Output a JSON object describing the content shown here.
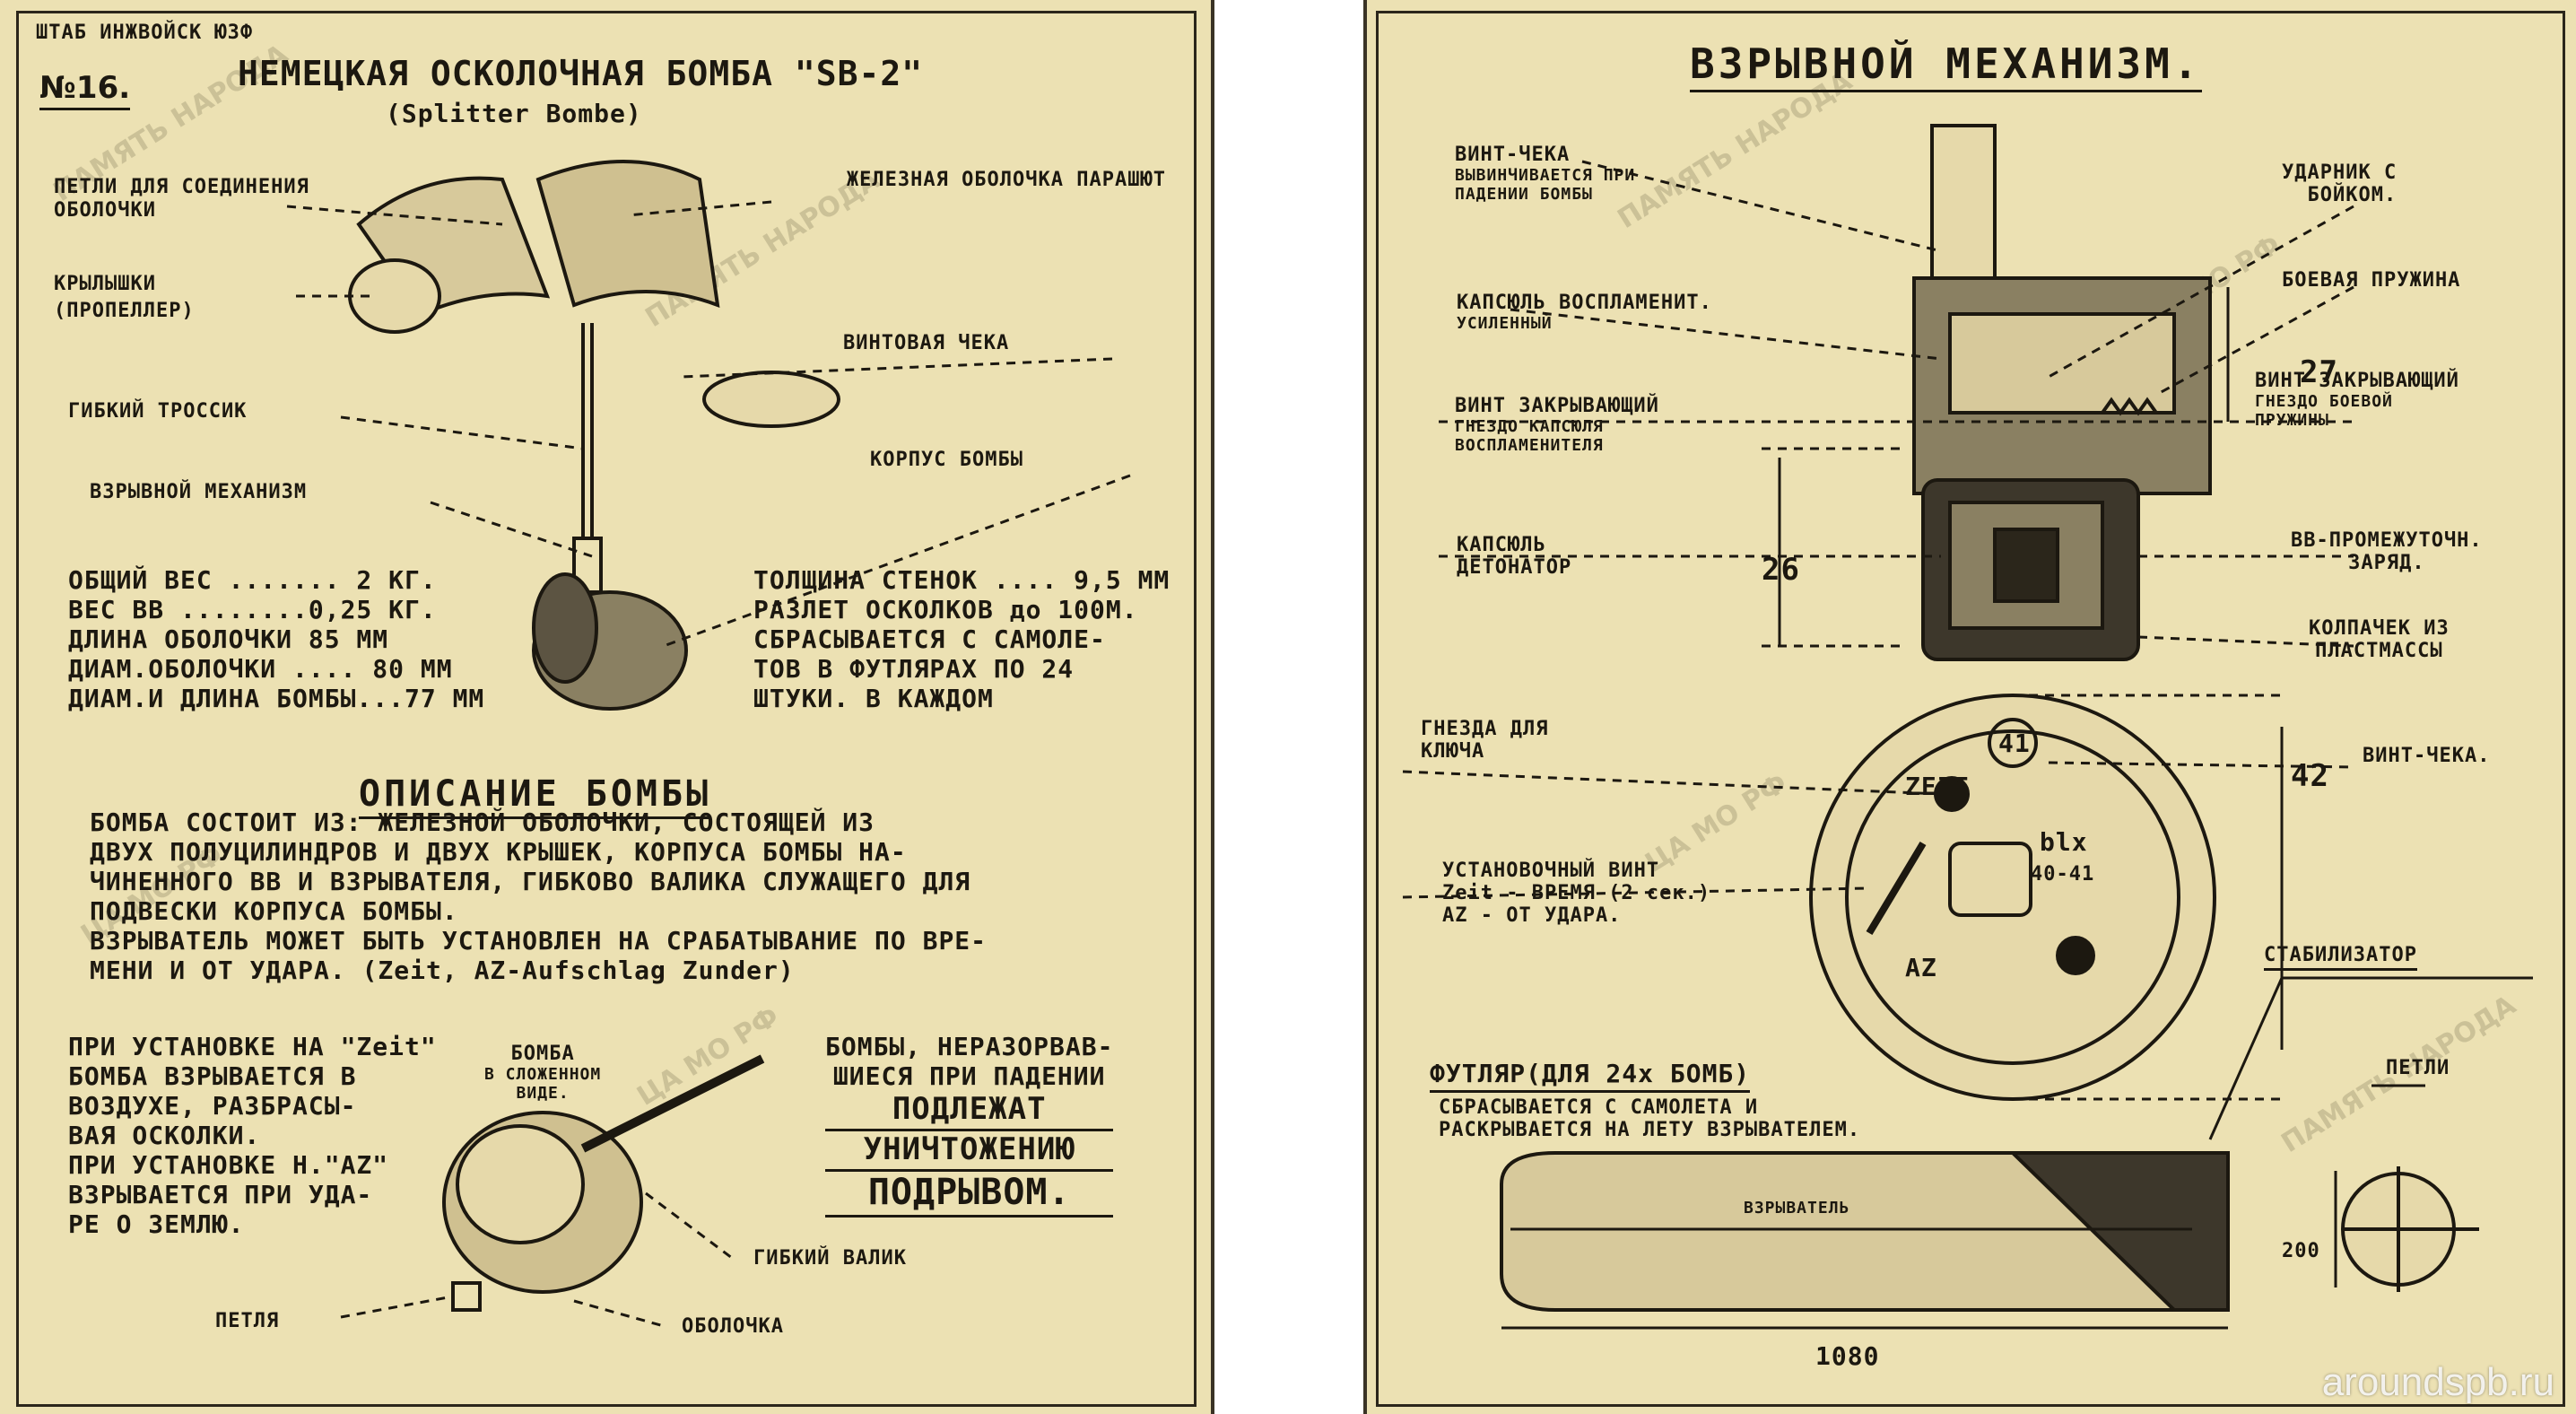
{
  "left": {
    "header": "ШТАБ ИНЖВОЙСК ЮЗФ",
    "number": "№16.",
    "title": "НЕМЕЦКАЯ ОСКОЛОЧНАЯ БОМБА \"SB-2\"",
    "subtitle": "(Splitter Bombe)",
    "labels": {
      "loops": "ПЕТЛИ ДЛЯ СОЕДИНЕНИЯ ОБОЛОЧКИ",
      "shell": "ЖЕЛЕЗНАЯ ОБОЛОЧКА ПАРАШЮТ",
      "wings": "КРЫЛЫШКИ (ПРОПЕЛЛЕР)",
      "pin": "ВИНТОВАЯ ЧЕКА",
      "cable": "ГИБКИЙ ТРОССИК",
      "body": "КОРПУС БОМБЫ",
      "mechanism": "ВЗРЫВНОЙ МЕХАНИЗМ"
    },
    "specs": [
      "ОБЩИЙ ВЕС ....... 2 КГ.",
      "ВЕС ВВ ........0,25 КГ.",
      "ДЛИНА ОБОЛОЧКИ 85 ММ",
      "ДИАМ.ОБОЛОЧКИ .... 80 ММ",
      "ДИАМ.И ДЛИНА БОМБЫ...77 ММ"
    ],
    "specs_right": [
      "ТОЛЩИНА СТЕНОК .... 9,5 ММ",
      "РАЗЛЕТ ОСКОЛКОВ до 100М.",
      "СБРАСЫВАЕТСЯ С САМОЛЕ-",
      "ТОВ В ФУТЛЯРАХ ПО 24",
      "ШТУКИ. В КАЖДОМ"
    ],
    "description_title": "ОПИСАНИЕ БОМБЫ",
    "description": [
      "БОМБА СОСТОИТ ИЗ: ЖЕЛЕЗНОЙ ОБОЛОЧКИ, СОСТОЯЩЕЙ ИЗ",
      "ДВУХ ПОЛУЦИЛИНДРОВ И ДВУХ КРЫШЕК, КОРПУСА БОМБЫ НА-",
      "ЧИНЕННОГО ВВ И ВЗРЫВАТЕЛЯ, ГИБКОВО ВАЛИКА СЛУЖАЩЕГО ДЛЯ",
      "ПОДВЕСКИ КОРПУСА БОМБЫ.",
      "ВЗРЫВАТЕЛЬ МОЖЕТ БЫТЬ УСТАНОВЛЕН НА СРАБАТЫВАНИЕ ПО ВРЕ-",
      "МЕНИ И ОТ УДАРА. (Zeit, AZ-Aufschlag Zunder)"
    ],
    "zeit_note": [
      "ПРИ УСТАНОВКЕ НА \"Zeit\"",
      "БОМБА ВЗРЫВАЕТСЯ В",
      "ВОЗДУХЕ, РАЗБРАСЫ-",
      "ВАЯ ОСКОЛКИ.",
      "ПРИ УСТАНОВКЕ Н.\"AZ\"",
      "ВЗРЫВАЕТСЯ ПРИ УДА-",
      "РЕ О ЗЕМЛЮ."
    ],
    "folded_label": [
      "БОМБА",
      "В СЛОЖЕННОМ",
      "ВИДЕ."
    ],
    "unexploded_note": [
      "БОМБЫ, НЕРАЗОРВАВ-",
      "ШИЕСЯ ПРИ ПАДЕНИИ",
      "ПОДЛЕЖАТ",
      "УНИЧТОЖЕНИЮ",
      "ПОДРЫВОМ."
    ],
    "bottom_labels": {
      "shaft": "ГИБКИЙ ВАЛИК",
      "loop": "ПЕТЛЯ",
      "shell": "ОБОЛОЧКА"
    }
  },
  "right": {
    "title": "ВЗРЫВНОЙ МЕХАНИЗМ.",
    "labels": {
      "screw_pin": [
        "ВИНТ-ЧЕКА",
        "ВЫВИНЧИВАЕТСЯ ПРИ",
        "ПАДЕНИИ БОМБЫ"
      ],
      "striker": [
        "УДАРНИК С",
        "БОЙКОМ."
      ],
      "capsule": [
        "КАПСЮЛЬ ВОСПЛАМЕНИТ.",
        "УСИЛЕННЫЙ"
      ],
      "spring": "БОЕВАЯ ПРУЖИНА",
      "closing_screw": [
        "ВИНТ ЗАКРЫВАЮЩИЙ",
        "ГНЕЗДО КАПСЮЛЯ",
        "ВОСПЛАМЕНИТЕЛЯ"
      ],
      "closing_screw_spring": [
        "ВИНТ ЗАКРЫВАЮЩИЙ",
        "ГНЕЗДО БОЕВОЙ",
        "ПРУЖИНЫ"
      ],
      "detonator": [
        "КАПСЮЛЬ",
        "ДЕТОНАТОР"
      ],
      "booster": [
        "ВВ-ПРОМЕЖУТОЧН.",
        "ЗАРЯД."
      ],
      "cap": [
        "КОЛПАЧЕК ИЗ",
        "ПЛАСТМАССЫ"
      ],
      "key_sockets": [
        "ГНЕЗДА ДЛЯ",
        "КЛЮЧА"
      ],
      "screw_pin_2": "ВИНТ-ЧЕКА.",
      "setting_screw": [
        "УСТАНОВОЧНЫЙ ВИНТ",
        "Zeit - ВРЕМЯ (2 сек.)",
        "AZ - ОТ УДАРА."
      ],
      "stabilizer": "СТАБИЛИЗАТОР",
      "loops": "ПЕТЛИ",
      "case": "ФУТЛЯР(ДЛЯ 24х БОМБ)",
      "case_note": [
        "СБРАСЫВАЕТСЯ С САМОЛЕТА И",
        "РАСКРЫВАЕТСЯ НА ЛЕТУ ВЗРЫВАТЕЛЕМ."
      ],
      "fuze": "ВЗРЫВАТЕЛЬ"
    },
    "dims": {
      "d27": "27",
      "d26": "26",
      "d42": "42",
      "d41": "41",
      "d200": "200",
      "d1080": "1080"
    },
    "dial": {
      "zeit": "ZEIT",
      "az": "AZ",
      "code1": "blx",
      "code2": "40-41"
    }
  },
  "watermark": "aroundspb.ru"
}
